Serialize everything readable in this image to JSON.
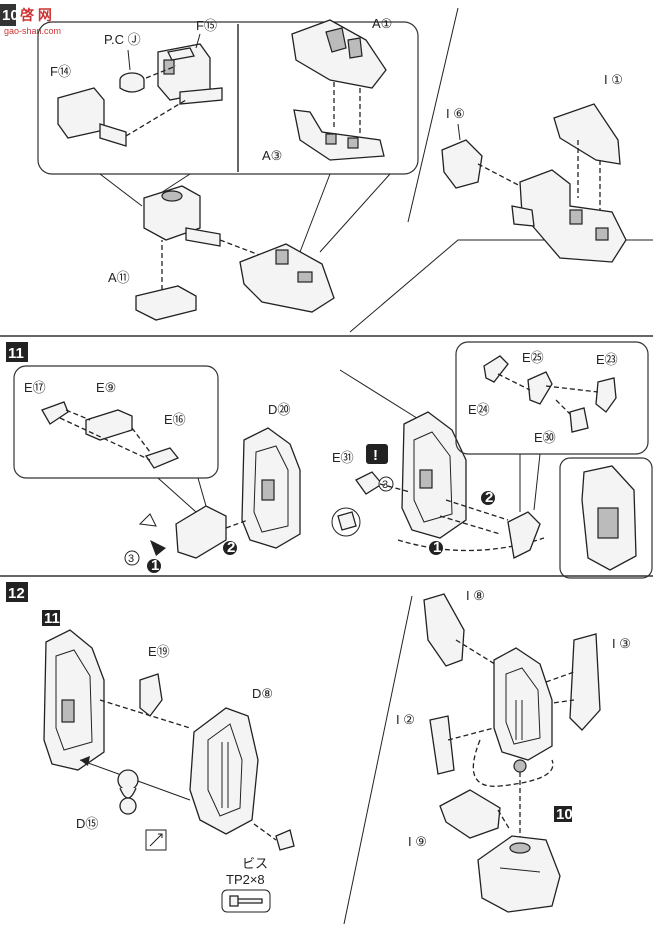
{
  "watermark": {
    "cn": "啓 网",
    "url": "gao-shan.com"
  },
  "step10": {
    "labels": {
      "f15": "F⑮",
      "pc": "P.C Ⓙ",
      "f14": "F⑭",
      "a1": "A①",
      "a3": "A③",
      "a11": "A⑪",
      "i6": "I ⑥",
      "i1": "I ①"
    }
  },
  "step11": {
    "number": "11",
    "labels": {
      "e17": "E⑰",
      "e9": "E⑨",
      "e16": "E⑯",
      "d20": "D⑳",
      "e31": "E㉛",
      "e25": "E㉕",
      "e23": "E㉓",
      "e24": "E㉔",
      "e30": "E㉚"
    },
    "caution": "!",
    "seq": {
      "n1": "1",
      "n2": "2",
      "n3": "3",
      "n1b": "1",
      "n2b": "2",
      "n3b": "3"
    }
  },
  "step12": {
    "number": "12",
    "ref11": "11",
    "ref10": "10",
    "labels": {
      "e19": "E⑲",
      "d8": "D⑧",
      "d15": "D⑮",
      "i8": "I ⑧",
      "i3": "I ③",
      "i2": "I ②",
      "i9": "I ⑨"
    },
    "screw": {
      "name": "ビス",
      "spec": "TP2×8"
    }
  }
}
